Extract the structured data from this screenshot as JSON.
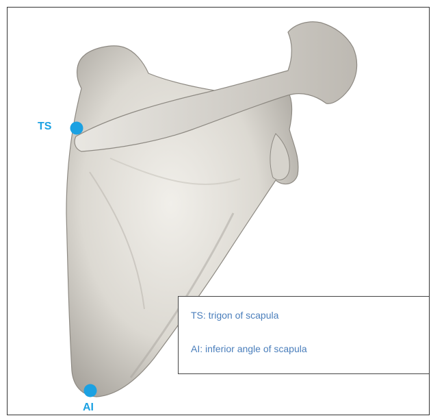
{
  "figure": {
    "subject": "scapula-bone-3d-render",
    "accent_color": "#1ba1e2",
    "landmarks": [
      {
        "id": "ts",
        "label": "TS"
      },
      {
        "id": "ai",
        "label": "AI"
      }
    ]
  },
  "legend": {
    "lines": [
      "TS: trigon of scapula",
      "AI: inferior angle of scapula"
    ],
    "text_color": "#4a7ebb"
  }
}
